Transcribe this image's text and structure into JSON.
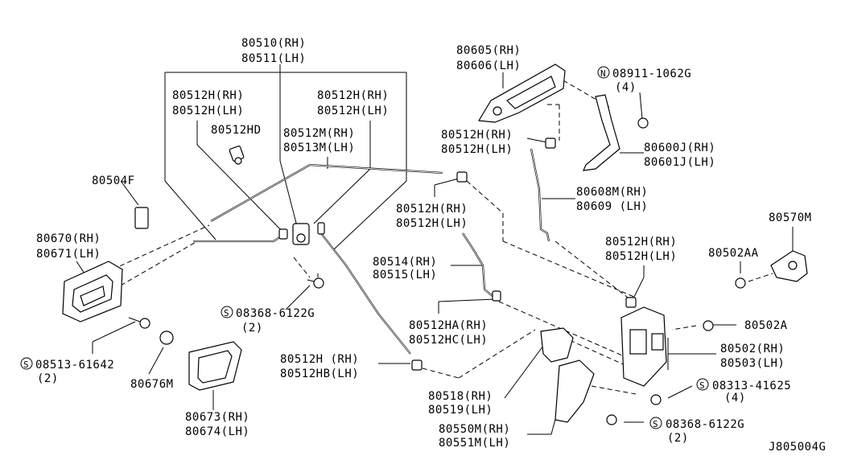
{
  "labels": {
    "l80510": "80510(RH)",
    "l80511": "80511(LH)",
    "l80512h_a1": "80512H(RH)",
    "l80512h_a2": "80512H(LH)",
    "l80512h_b1": "80512H(RH)",
    "l80512h_b2": "80512H(LH)",
    "l80512hd": "80512HD",
    "l80512m": "80512M(RH)",
    "l80513m": "80513M(LH)",
    "l80504f": "80504F",
    "l80670": "80670(RH)",
    "l80671": "80671(LH)",
    "l08368a": "08368-6122G",
    "l08368a_q": "(2)",
    "l08513": "08513-61642",
    "l08513_q": "(2)",
    "l80676m": "80676M",
    "l80673": "80673(RH)",
    "l80674": "80674(LH)",
    "l80605": "80605(RH)",
    "l80606": "80606(LH)",
    "l08911": "08911-1062G",
    "l08911_q": "(4)",
    "l80512h_c1": "80512H(RH)",
    "l80512h_c2": "80512H(LH)",
    "l80600j": "80600J(RH)",
    "l80601j": "80601J(LH)",
    "l80512h_d1": "80512H(RH)",
    "l80512h_d2": "80512H(LH)",
    "l80608m": "80608M(RH)",
    "l80609": "80609 (LH)",
    "l80570m": "80570M",
    "l80512h_e1": "80512H(RH)",
    "l80512h_e2": "80512H(LH)",
    "l80502aa": "80502AA",
    "l80514": "80514(RH)",
    "l80515": "80515(LH)",
    "l80512ha": "80512HA(RH)",
    "l80512hc": "80512HC(LH)",
    "l80502a": "80502A",
    "l80512h_f1": "80512H (RH)",
    "l80512hb": "80512HB(LH)",
    "l80502": "80502(RH)",
    "l80503": "80503(LH)",
    "l08313": "08313-41625",
    "l08313_q": "(4)",
    "l80518": "80518(RH)",
    "l80519": "80519(LH)",
    "l08368b": "08368-6122G",
    "l08368b_q": "(2)",
    "l80550m": "80550M(RH)",
    "l80551m": "80551M(LH)",
    "code": "J805004G"
  },
  "markers": {
    "n": "N",
    "s": "S"
  }
}
